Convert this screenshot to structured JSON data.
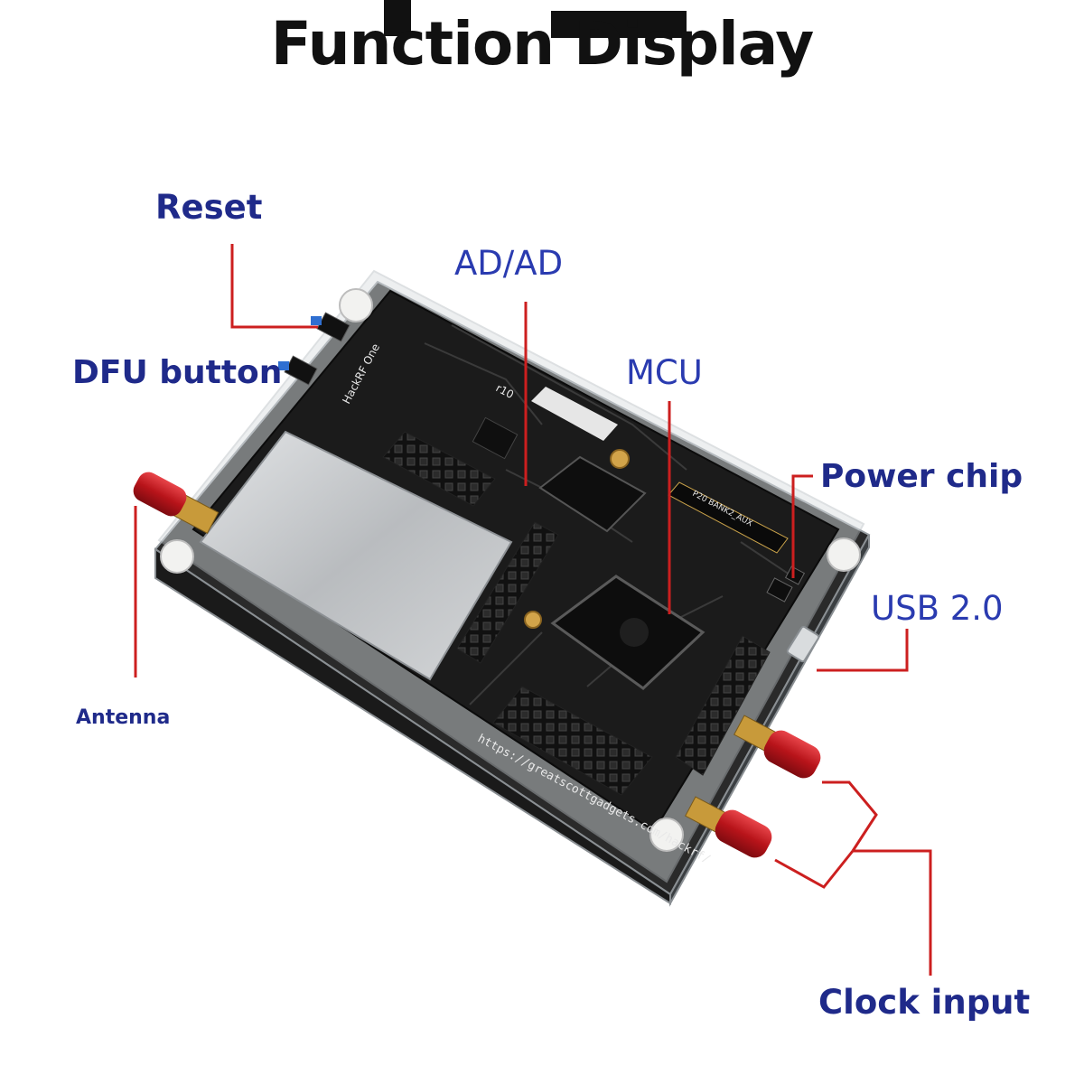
{
  "title": "Function Display",
  "colors": {
    "label_dark_blue": "#1f2a8a",
    "label_blue": "#2a3bb0",
    "leader_red": "#cc1f1f",
    "pcb": "#1b1b1b",
    "shield": "#c9cccf",
    "sma_cap": "#c4161c",
    "brass": "#c89a3a"
  },
  "labels": {
    "reset": "Reset",
    "ad_ad": "AD/AD",
    "mcu": "MCU",
    "dfu_button": "DFU button",
    "power_chip": "Power chip",
    "usb": "USB 2.0",
    "antenna": "Antenna",
    "clock_input": "Clock input"
  },
  "board": {
    "silk_name": "HackRF One",
    "url": "https://greatscottgadgets.com/hackrf/",
    "rev": "r10",
    "header_label": "P20 BANK2_AUX"
  }
}
